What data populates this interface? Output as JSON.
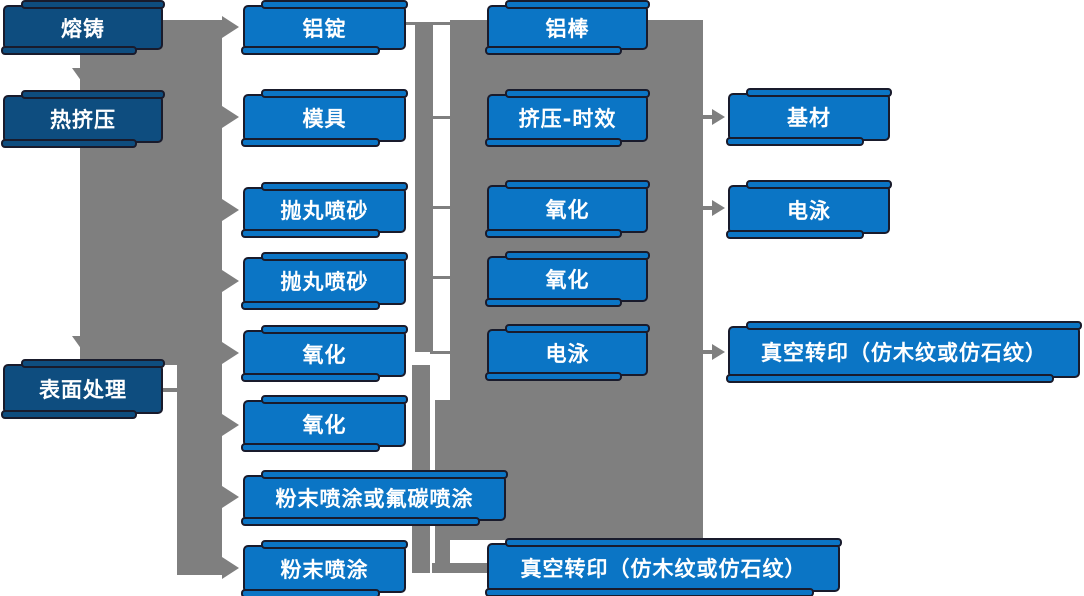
{
  "diagram": {
    "type": "flowchart",
    "language": "zh-CN",
    "colors": {
      "process_box_blue": "#0b75c5",
      "stage_box_dark_blue": "#0e4d7f",
      "connector_gray": "#7f7f7f",
      "box_border": "#191b2c",
      "text": "#ffffff",
      "background": "#ffffff"
    }
  },
  "nodes": {
    "c1_melting_casting": "熔铸",
    "c1_hot_extrusion": "热挤压",
    "c1_surface_treatment": "表面处理",
    "c2_aluminum_ingot": "铝锭",
    "c2_mold": "模具",
    "c2_shot_blasting_1": "抛丸喷砂",
    "c2_shot_blasting_2": "抛丸喷砂",
    "c2_oxidation_1": "氧化",
    "c2_oxidation_2": "氧化",
    "c2_powder_or_fluorocarbon": "粉末喷涂或氟碳喷涂",
    "c2_powder_coating": "粉末喷涂",
    "c3_aluminum_rod": "铝棒",
    "c3_extrusion_aging": "挤压-时效",
    "c3_oxidation_1": "氧化",
    "c3_oxidation_2": "氧化",
    "c3_electrophoresis": "电泳",
    "c3_vacuum_transfer": "真空转印（仿木纹或仿石纹）",
    "c4_base_material": "基材",
    "c4_electrophoresis": "电泳",
    "c4_vacuum_transfer": "真空转印（仿木纹或仿石纹）"
  }
}
